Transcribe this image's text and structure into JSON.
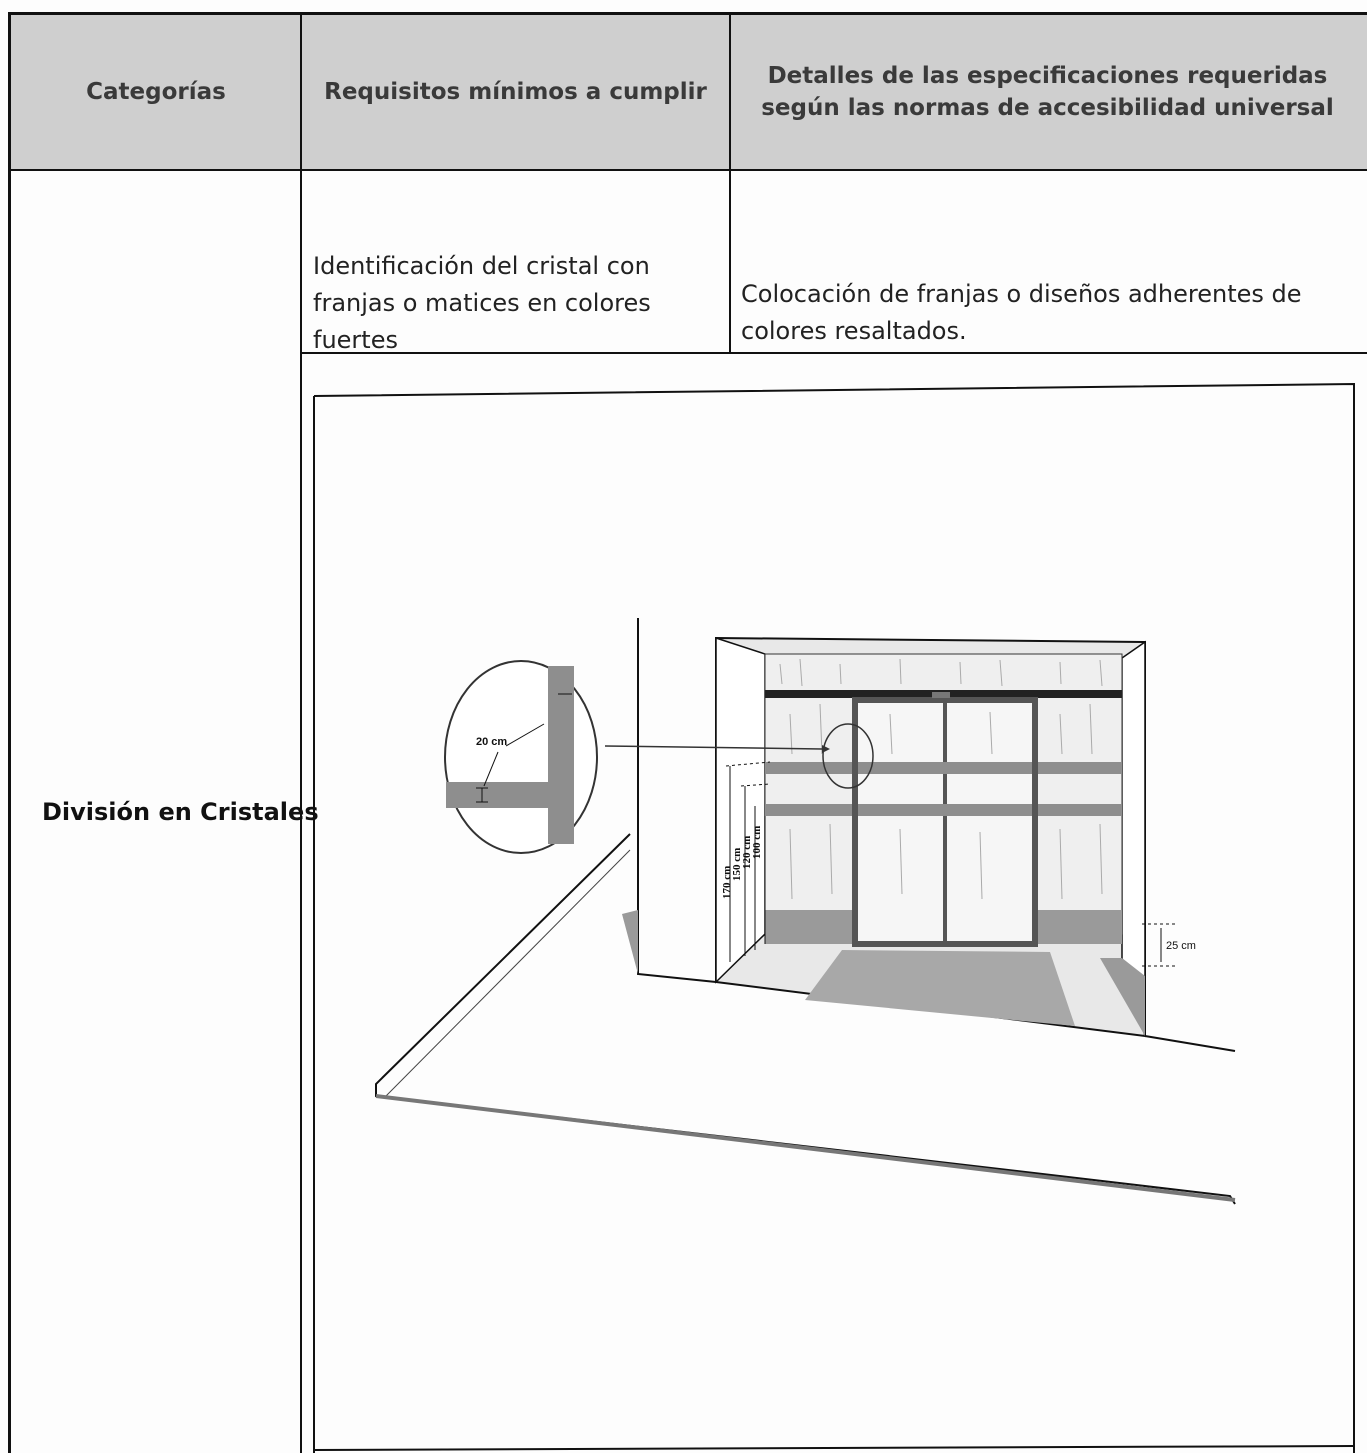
{
  "table": {
    "headers": {
      "categories": "Categorías",
      "requirements": "Requisitos mínimos a cumplir",
      "details": "Detalles de las especificaciones requeridas según las normas de accesibilidad universal"
    },
    "row": {
      "category": "División en Cristales",
      "requirement": "Identificación del cristal con franjas o matices  en colores fuertes",
      "detail": "Colocación de franjas o diseños adherentes de colores resaltados."
    }
  },
  "figure": {
    "zoom_label": "20 cm",
    "height_labels": [
      "170 cm",
      "150 cm",
      "120 cm",
      "100 cm"
    ],
    "base_label": "25 cm"
  }
}
